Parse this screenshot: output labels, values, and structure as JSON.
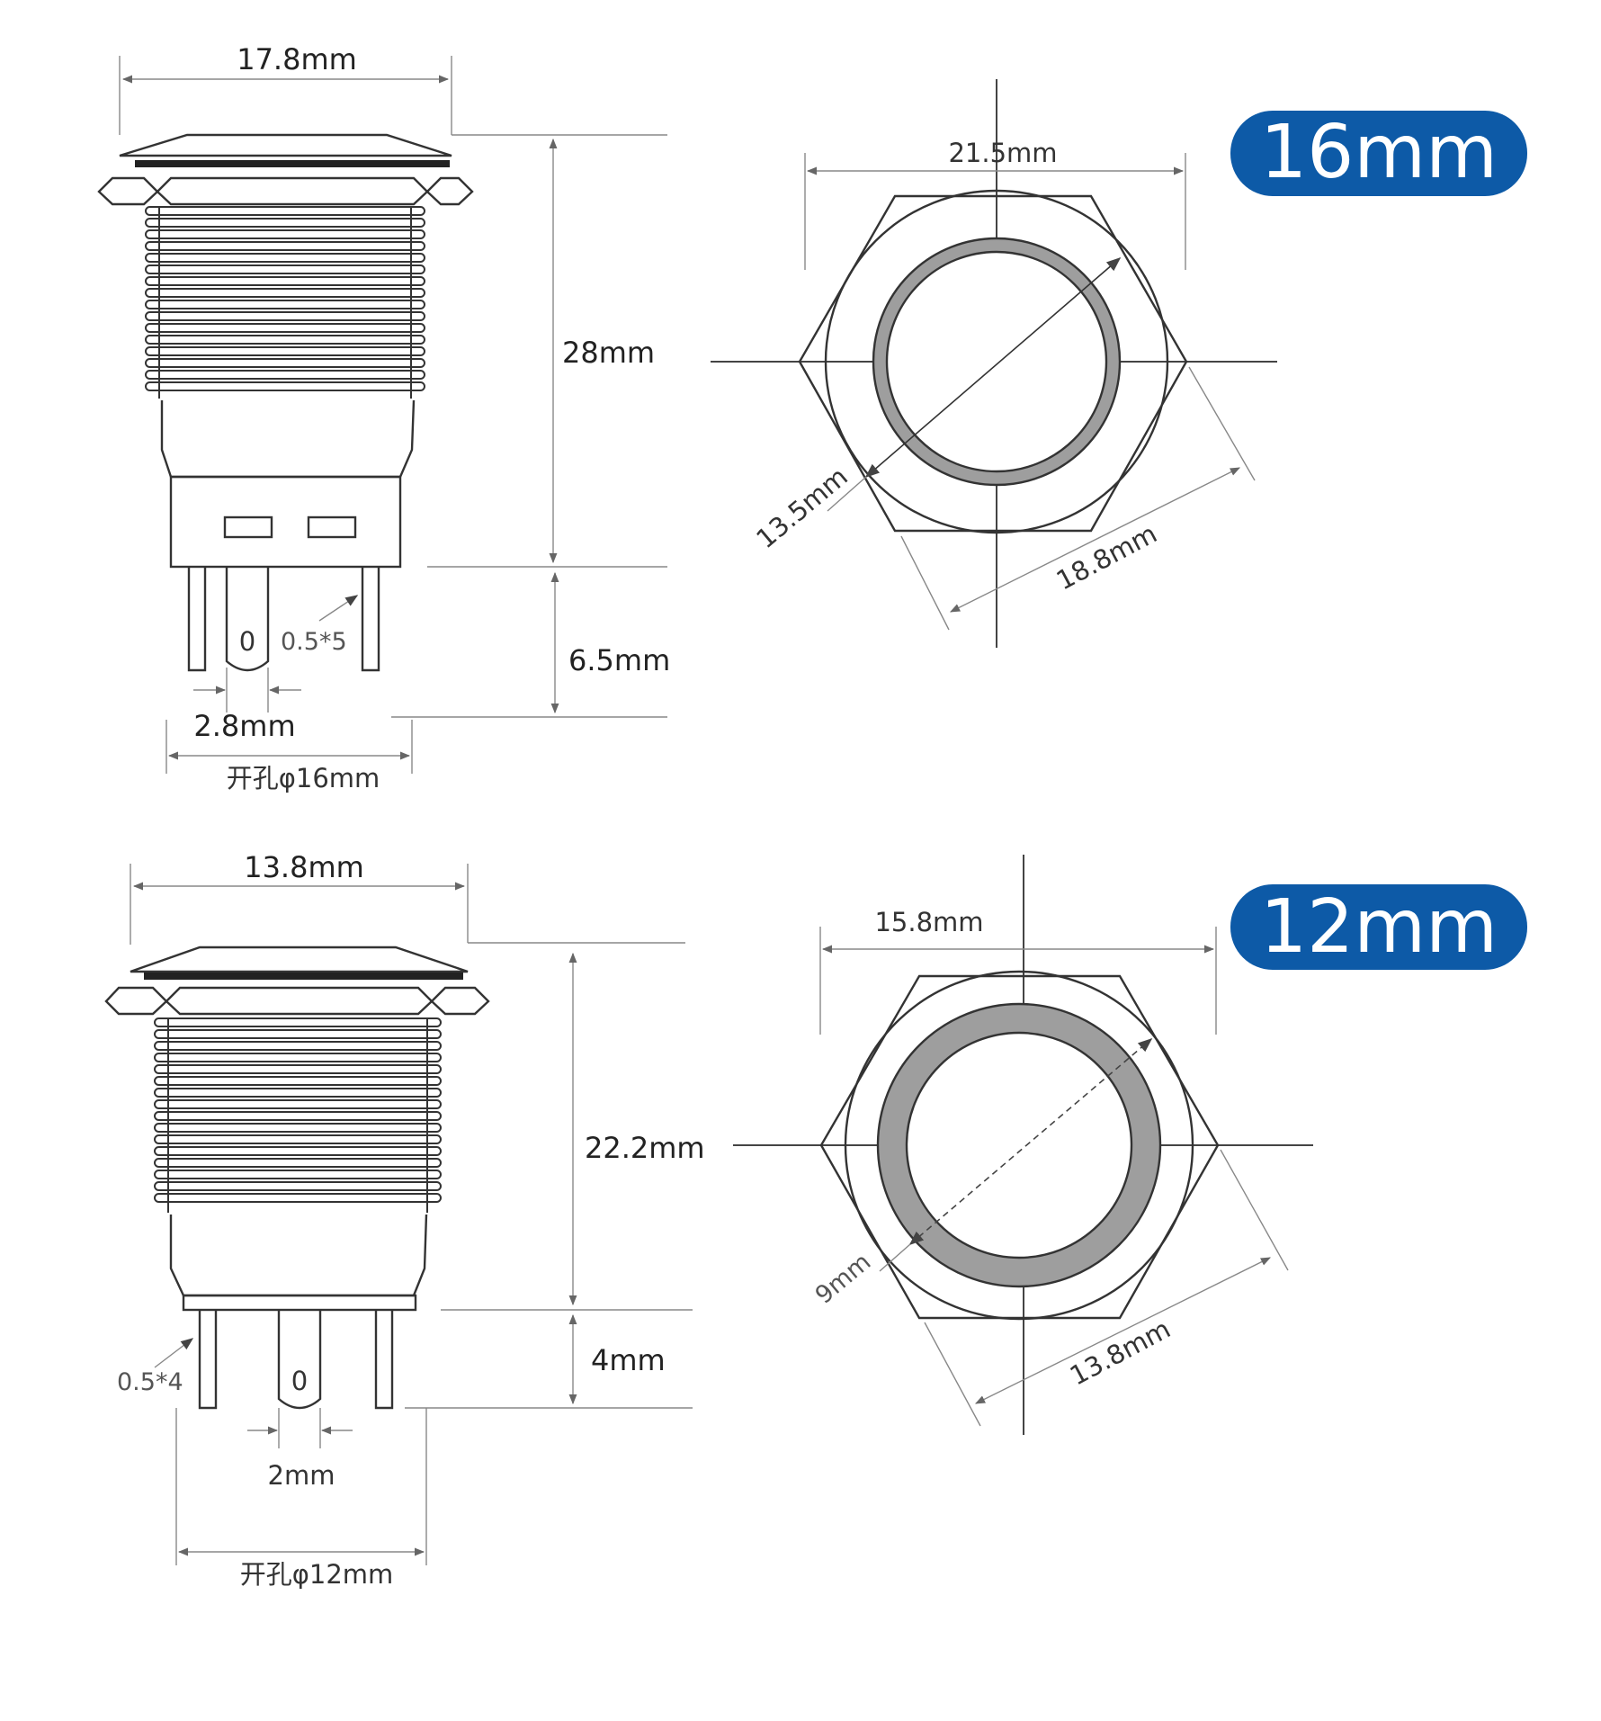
{
  "badge_color": "#0d5aa7",
  "size16": {
    "badge": "16mm",
    "head_width": "17.8mm",
    "body_height": "28mm",
    "terminal_length": "6.5mm",
    "terminal_spacing": "2.8mm",
    "terminal_size": "0.5*5",
    "terminal_mark": "0",
    "hole": "开孔φ16mm",
    "nut_width": "21.5mm",
    "ring_diameter": "13.5mm",
    "nut_across_flats": "18.8mm"
  },
  "size12": {
    "badge": "12mm",
    "head_width": "13.8mm",
    "body_height": "22.2mm",
    "terminal_length": "4mm",
    "terminal_spacing": "2mm",
    "terminal_size": "0.5*4",
    "terminal_mark": "0",
    "hole": "开孔φ12mm",
    "nut_width": "15.8mm",
    "ring_diameter": "9mm",
    "nut_across_flats": "13.8mm"
  }
}
